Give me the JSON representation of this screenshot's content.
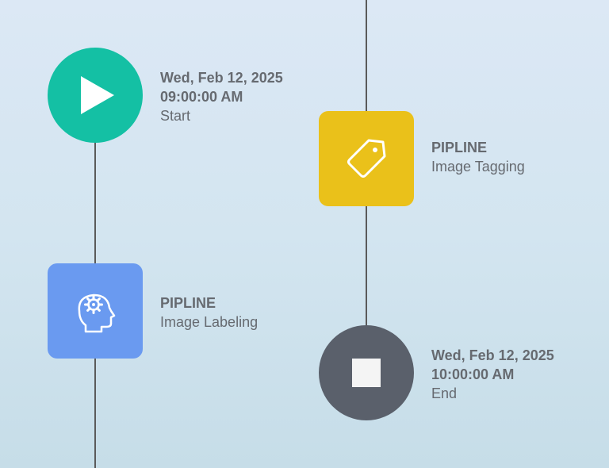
{
  "colors": {
    "start": "#14c0a4",
    "labeling": "#6a9af0",
    "tagging": "#eac11a",
    "end": "#5a606b",
    "line": "#5a5a5a",
    "text": "#666a70"
  },
  "nodes": {
    "start": {
      "icon": "play-icon",
      "date": "Wed, Feb 12, 2025",
      "time": "09:00:00 AM",
      "label": "Start"
    },
    "labeling": {
      "icon": "head-gear-icon",
      "title": "PIPLINE",
      "label": "Image Labeling"
    },
    "tagging": {
      "icon": "tag-icon",
      "title": "PIPLINE",
      "label": "Image Tagging"
    },
    "end": {
      "icon": "stop-icon",
      "date": "Wed, Feb 12, 2025",
      "time": "10:00:00 AM",
      "label": "End"
    }
  }
}
